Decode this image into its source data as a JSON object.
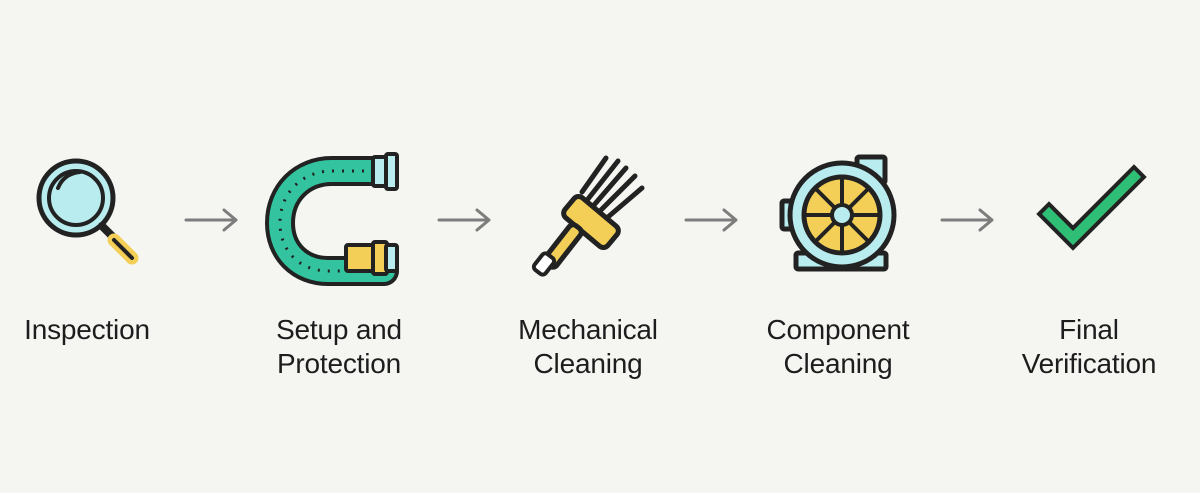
{
  "steps": [
    {
      "icon": "magnifying-glass-icon",
      "lines": [
        "Inspection"
      ]
    },
    {
      "icon": "hose-icon",
      "lines": [
        "Setup and",
        "Protection"
      ]
    },
    {
      "icon": "brush-icon",
      "lines": [
        "Mechanical",
        "Cleaning"
      ]
    },
    {
      "icon": "blower-fan-icon",
      "lines": [
        "Component",
        "Cleaning"
      ]
    },
    {
      "icon": "checkmark-icon",
      "lines": [
        "Final",
        "Verification"
      ]
    }
  ],
  "colors": {
    "outline": "#222222",
    "light_blue": "#b9ecef",
    "yellow": "#f3cf57",
    "green": "#2fbe76",
    "arrow_gray": "#7d7d7d"
  }
}
